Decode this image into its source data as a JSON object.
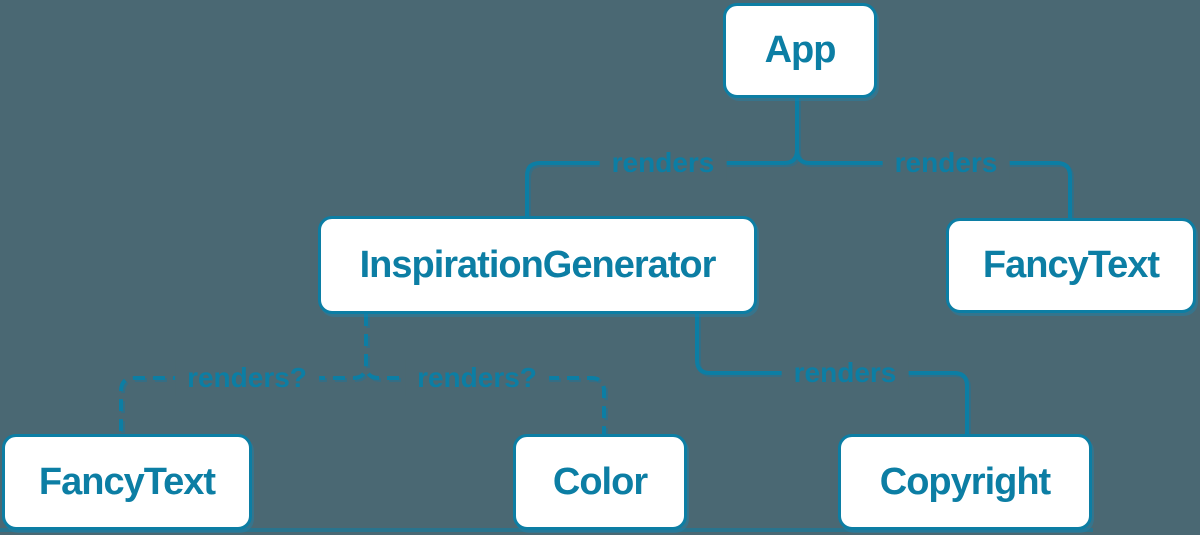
{
  "diagram": {
    "type": "component-render-tree",
    "colors": {
      "background": "#4A6873",
      "accent": "#0C7EA4",
      "node_fill": "#FFFFFF"
    },
    "nodes": [
      {
        "id": "app",
        "label": "App"
      },
      {
        "id": "inspiration-generator",
        "label": "InspirationGenerator"
      },
      {
        "id": "fancy-text-top",
        "label": "FancyText"
      },
      {
        "id": "fancy-text-bottom",
        "label": "FancyText"
      },
      {
        "id": "color",
        "label": "Color"
      },
      {
        "id": "copyright",
        "label": "Copyright"
      }
    ],
    "edges": [
      {
        "from": "App",
        "to": "InspirationGenerator",
        "label": "renders",
        "style": "solid"
      },
      {
        "from": "App",
        "to": "FancyText",
        "label": "renders",
        "style": "solid"
      },
      {
        "from": "InspirationGenerator",
        "to": "FancyText",
        "label": "renders?",
        "style": "dashed"
      },
      {
        "from": "InspirationGenerator",
        "to": "Color",
        "label": "renders?",
        "style": "dashed"
      },
      {
        "from": "InspirationGenerator",
        "to": "Copyright",
        "label": "renders",
        "style": "solid"
      }
    ]
  }
}
